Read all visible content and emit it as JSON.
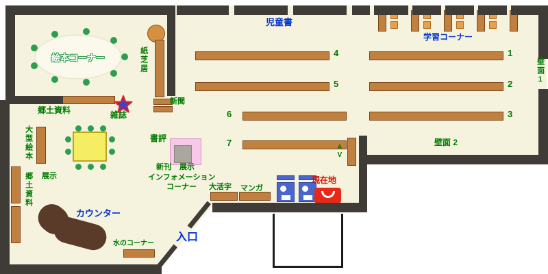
{
  "labels": {
    "ehon_corner": "絵本コーナー",
    "kamishibai": "紙芝居",
    "shinbun": "新聞",
    "zasshi": "雑誌",
    "kyodo_shiryo_upper": "郷土資料",
    "jidosho": "児童書",
    "gakushu_corner": "学習コーナー",
    "hekimen_1": "壁面1",
    "hekimen_2": "壁面 2",
    "ogata_ehon": "大型絵本",
    "tenji_wall": "展示",
    "kyodo_shiryo_lower": "郷土資料",
    "shohyo": "書評",
    "shinkan": "新刊",
    "tenji_display": "展示",
    "info_line1": "インフォメーション",
    "info_line2": "コーナー",
    "daikatsuji": "大活字",
    "manga": "マンガ",
    "genzaichi": "現在地",
    "av": "AV",
    "counter": "カウンター",
    "mizu_corner": "水のコーナー",
    "entrance": "入口"
  },
  "shelf_numbers": {
    "n1": "1",
    "n2": "2",
    "n3": "3",
    "n4": "4",
    "n5": "5",
    "n6": "6",
    "n7": "7"
  },
  "icons": {
    "magazine_star": "star",
    "current_location_marker": "you-are-here-smile"
  },
  "colors": {
    "floor": "#f5f2de",
    "wall": "#3f3b37",
    "shelf": "#c08040",
    "label_green": "#007a00",
    "label_blue": "#0033cc",
    "label_red": "#dd1100",
    "table_yellow": "#f5ed62",
    "display_pink": "#f8c8e8",
    "counter_brown": "#5a3a28",
    "terminal_blue": "#4a66cc",
    "marker_red": "#e82818",
    "seat_green": "#2d9e4f",
    "chair_tan": "#e8a04c"
  }
}
